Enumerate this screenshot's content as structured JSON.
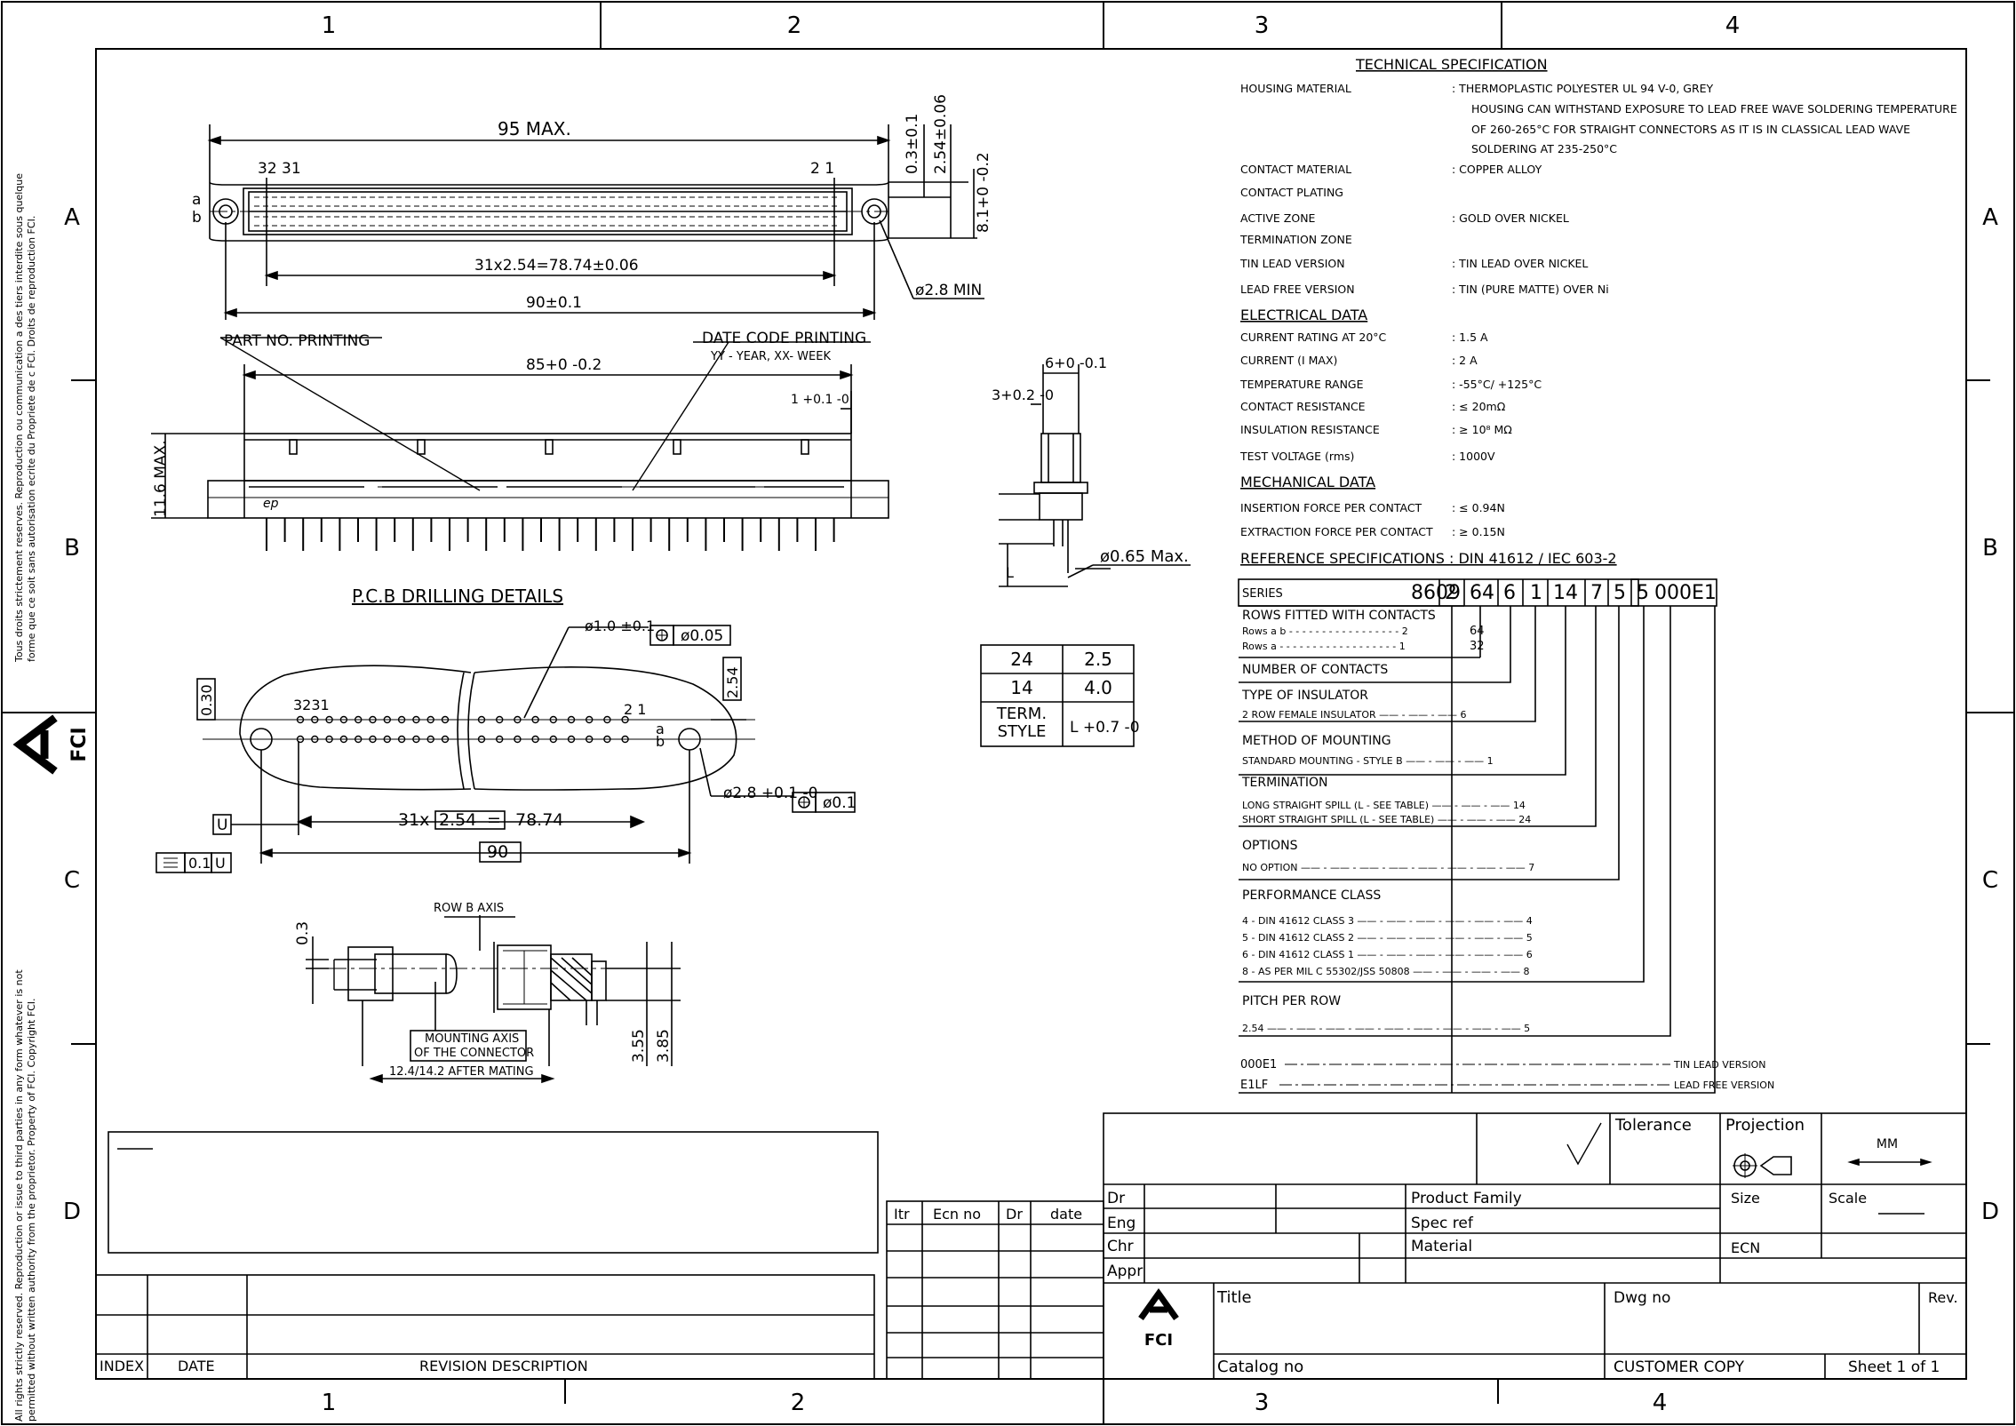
{
  "frame": {
    "columns": [
      "1",
      "2",
      "3",
      "4"
    ],
    "rows": [
      "A",
      "B",
      "C",
      "D"
    ],
    "rights_top": "Tous droits strictement reserves. Reproduction ou communication a des tiers interdite sous quelque forme que ce soit sans autorisation ecrite du Propriete de c FCI. Droits de reproduction FCI.",
    "rights_bottom": "All rights strictly reserved. Reproduction or issue to third parties in any form whatever is not permitted without written authority from the proprietor. Property of FCI. Copyright FCI."
  },
  "logo": {
    "text": "FCI"
  },
  "top_view": {
    "dim_95": "95 MAX.",
    "pins_left": "32 31",
    "pins_right": "2  1",
    "row_a": "a",
    "row_b": "b",
    "dim_pitch": "31x2.54=78.74±0.06",
    "dim_90": "90±0.1",
    "dim_hole": "ø2.8 MIN",
    "dim_03": "0.3±0.1",
    "dim_254": "2.54±0.06",
    "dim_81": "8.1+0 -0.2"
  },
  "front_view": {
    "part_no": "PART NO. PRINTING",
    "date_code": "DATE CODE PRINTING",
    "date_code_sub": "YY - YEAR, XX- WEEK",
    "dim_85": "85+0 -0.2",
    "dim_1": "1 +0.1 -0",
    "dim_116": "11.6 MAX.",
    "mark": "ep"
  },
  "side_view": {
    "dim_6": "6+0 -0.1",
    "dim_3": "3+0.2 -0",
    "dim_L": "L",
    "dim_065": "ø0.65 Max."
  },
  "term_table": {
    "rows": [
      [
        "24",
        "2.5"
      ],
      [
        "14",
        "4.0"
      ]
    ],
    "term_label": "TERM. STYLE",
    "term_val": "L +0.7 -0"
  },
  "pcb": {
    "title": "P.C.B DRILLING DETAILS",
    "hole": "ø1.0 ±0.1",
    "hole_tol": "ø0.05",
    "dim_030": "0.30",
    "dim_254": "2.54",
    "pins_left": "3231",
    "pins_right": "2  1",
    "row_a": "a",
    "row_b": "b",
    "mount_hole": "ø2.8 +0.1 -0",
    "mount_tol": "ø0.1",
    "datum": "U",
    "pitch_a": "31x",
    "pitch_b": "2.54",
    "pitch_eq": "=",
    "pitch_c": "78.74",
    "dim_90": "90",
    "flat_tol": "0.1",
    "flat_ref": "U"
  },
  "mating": {
    "row_b_axis": "ROW B AXIS",
    "dim_03": "0.3",
    "mount_axis_1": "MOUNTING AXIS",
    "mount_axis_2": "OF THE CONNECTOR",
    "dim_124": "12.4/14.2 AFTER MATING",
    "dim_355": "3.55",
    "dim_385": "3.85"
  },
  "tech_spec": {
    "title": "TECHNICAL SPECIFICATION",
    "rows": [
      {
        "label": "HOUSING MATERIAL",
        "value": ":  THERMOPLASTIC POLYESTER UL 94 V-0, GREY"
      },
      {
        "label": "",
        "value": "HOUSING CAN WITHSTAND EXPOSURE TO LEAD FREE WAVE SOLDERING TEMPERATURE"
      },
      {
        "label": "",
        "value": "OF 260-265°C FOR STRAIGHT CONNECTORS AS IT IS IN CLASSICAL LEAD WAVE"
      },
      {
        "label": "",
        "value": "SOLDERING AT 235-250°C"
      },
      {
        "label": "CONTACT MATERIAL",
        "value": ":  COPPER ALLOY"
      },
      {
        "label": "CONTACT PLATING",
        "value": ""
      },
      {
        "label": "ACTIVE ZONE",
        "value": ":   GOLD OVER NICKEL"
      },
      {
        "label": "TERMINATION ZONE",
        "value": ""
      },
      {
        "label": "TIN LEAD VERSION",
        "value": ":  TIN LEAD OVER NICKEL"
      },
      {
        "label": "LEAD FREE VERSION",
        "value": ":  TIN (PURE MATTE) OVER Ni"
      }
    ],
    "elec_title": "ELECTRICAL DATA",
    "elec_rows": [
      {
        "label": "CURRENT RATING AT 20°C",
        "value": ":   1.5 A"
      },
      {
        "label": "CURRENT (I MAX)",
        "value": ":   2 A"
      },
      {
        "label": "TEMPERATURE RANGE",
        "value": ":  -55°C/ +125°C"
      },
      {
        "label": "CONTACT RESISTANCE",
        "value": ":  ≤ 20mΩ"
      },
      {
        "label": "INSULATION RESISTANCE",
        "value": ":  ≥ 10⁸ MΩ"
      },
      {
        "label": "TEST VOLTAGE (rms)",
        "value": ":  1000V"
      }
    ],
    "mech_title": "MECHANICAL DATA",
    "mech_rows": [
      {
        "label": "INSERTION FORCE PER CONTACT",
        "value": ":  ≤ 0.94N"
      },
      {
        "label": "EXTRACTION FORCE PER CONTACT",
        "value": ":  ≥ 0.15N"
      }
    ],
    "ref_title": "REFERENCE SPECIFICATIONS : DIN 41612 / IEC 603-2"
  },
  "part_number": {
    "series_label": "SERIES",
    "codes": [
      "8609",
      "2",
      "64",
      "6",
      "1",
      "14",
      "7",
      "5",
      "5",
      "000E1"
    ],
    "rows_title": "ROWS FITTED WITH CONTACTS",
    "rows_ab": "Rows a b - - - - - - - - - - - - - - - - - 2",
    "rows_ab_val": "64",
    "rows_a": "Rows a - - - - - - - - - - - - - - - - - - 1",
    "rows_a_val": "32",
    "contacts": "NUMBER OF CONTACTS",
    "insulator_title": "TYPE OF INSULATOR",
    "insulator": "2 ROW FEMALE INSULATOR —— - —— - —— 6",
    "mount_title": "METHOD OF MOUNTING",
    "mount": "STANDARD MOUNTING - STYLE B —— - —— - —— 1",
    "term_title": "TERMINATION",
    "term_long": "LONG STRAIGHT SPILL  (L - SEE TABLE) —— - —— - —— 14",
    "term_short": "SHORT STRAIGHT SPILL (L - SEE TABLE) —— - —— - —— 24",
    "opt_title": "OPTIONS",
    "opt": "NO OPTION —— - —— - —— - —— - —— - —— - —— - —— 7",
    "perf_title": "PERFORMANCE CLASS",
    "perf": [
      "4 - DIN 41612 CLASS 3 —— - —— - —— - —— - —— - —— 4",
      "5 - DIN 41612 CLASS 2 —— - —— - —— - —— - —— - —— 5",
      "6 - DIN 41612 CLASS 1 —— - —— - —— - —— - —— - —— 6",
      "8 - AS PER MIL C 55302/JSS 50808 —— - —— - —— - —— 8"
    ],
    "pitch_title": "PITCH PER ROW",
    "pitch": "2.54 —— - —— - —— - —— - —— - —— - —— - —— - —— 5",
    "v1_code": "000E1",
    "v1_text": "TIN LEAD VERSION",
    "v2_code": "E1LF",
    "v2_text": "LEAD FREE VERSION"
  },
  "title_block": {
    "tolerance": "Tolerance",
    "projection": "Projection",
    "mm": "MM",
    "size": "Size",
    "scale": "Scale",
    "ecn": "ECN",
    "product_family": "Product Family",
    "spec_ref": "Spec ref",
    "material": "Material",
    "dr": "Dr",
    "eng": "Eng",
    "chr": "Chr",
    "appr": "Appr",
    "title": "Title",
    "dwg": "Dwg no",
    "rev": "Rev.",
    "catalog": "Catalog no",
    "customer": "CUSTOMER COPY",
    "sheet": "Sheet 1 of 1"
  },
  "ecn_table": {
    "headers": [
      "Itr",
      "Ecn no",
      "Dr",
      "date"
    ]
  },
  "revision": {
    "index": "INDEX",
    "date": "DATE",
    "desc": "REVISION DESCRIPTION"
  }
}
